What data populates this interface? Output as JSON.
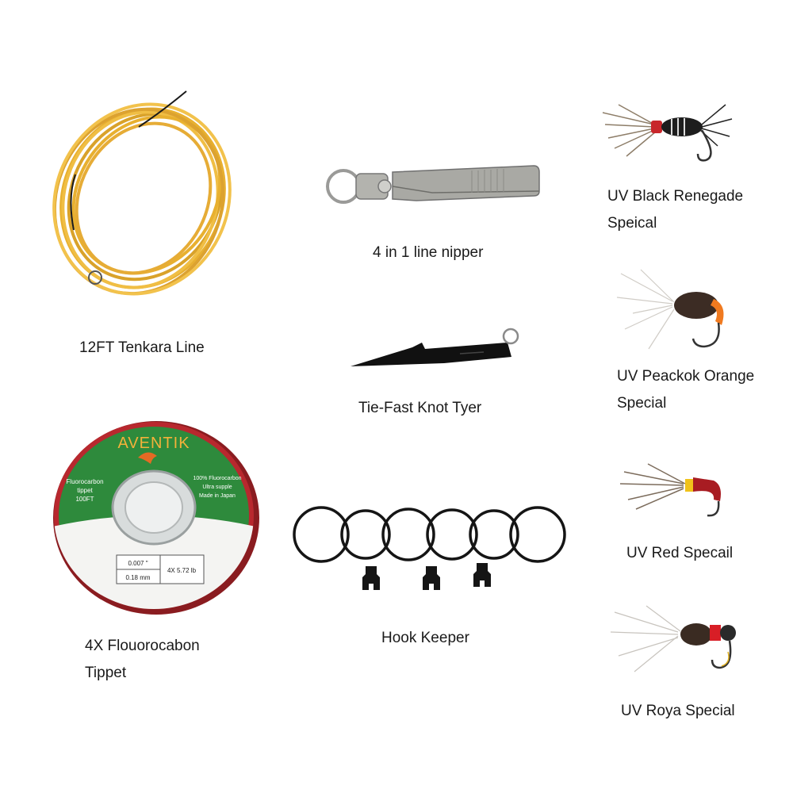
{
  "products": {
    "tenkara_line": {
      "label": "12FT Tenkara Line"
    },
    "tippet": {
      "label_line1": "4X Flouorocabon",
      "label_line2": "Tippet",
      "spool": {
        "brand": "AVENTIK",
        "left_text": [
          "Fluorocarbon",
          "tippet",
          "100FT"
        ],
        "right_text": [
          "100% Fluorocarbon",
          "Ultra supple",
          "Made in Japan"
        ],
        "spec_diameter_in": "0.007 \"",
        "spec_diameter_mm": "0.18 mm",
        "spec_rating": "4X 5.72 lb"
      }
    },
    "nipper": {
      "label": "4 in 1 line nipper"
    },
    "knot_tyer": {
      "label": "Tie-Fast Knot Tyer"
    },
    "hook_keeper": {
      "label": "Hook Keeper"
    },
    "flies": [
      {
        "label_line1": "UV Black Renegade",
        "label_line2": "Speical"
      },
      {
        "label_line1": "UV Peackok Orange",
        "label_line2": "Special"
      },
      {
        "label_line1": "UV Red Specail",
        "label_line2": ""
      },
      {
        "label_line1": "UV Roya Special",
        "label_line2": ""
      }
    ]
  },
  "colors": {
    "line_gold": "#e8b030",
    "spool_red": "#b8282e",
    "spool_green": "#2e8a3c",
    "ring_black": "#151515",
    "steel": "#a9a9a4"
  }
}
